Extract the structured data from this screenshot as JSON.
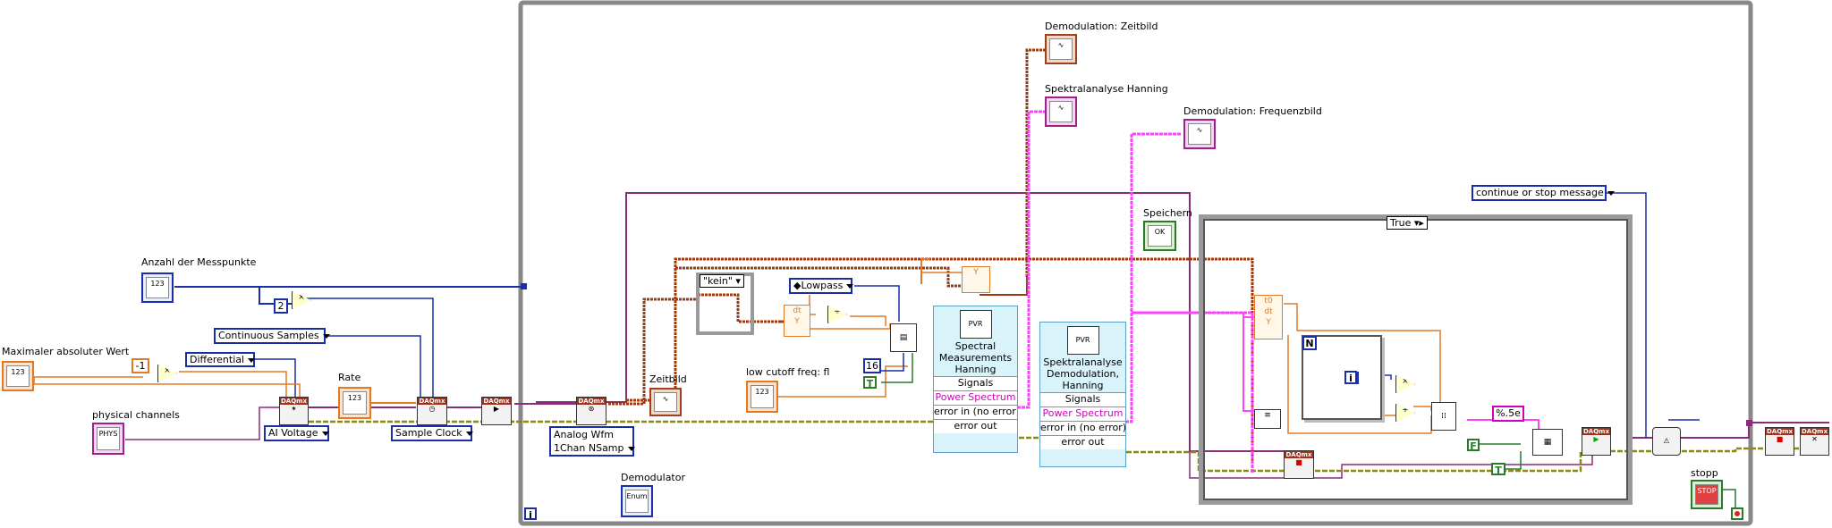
{
  "labels": {
    "anzahl": "Anzahl der Messpunkte",
    "max_wert": "Maximaler absoluter Wert",
    "physical": "physical channels",
    "rate": "Rate",
    "zeitbild": "Zeitbild",
    "demodulator": "Demodulator",
    "low_cutoff": "low cutoff freq: fl",
    "demod_zeit": "Demodulation: Zeitbild",
    "spektral_hanning": "Spektralanalyse Hanning",
    "demod_freq": "Demodulation: Frequenzbild",
    "speichern": "Speichern",
    "stopp": "stopp"
  },
  "rings": {
    "continuous": "Continuous Samples",
    "differential": "Differential",
    "ai_voltage": "AI Voltage",
    "sample_clock": "Sample Clock",
    "analog_wfm_1": "Analog Wfm",
    "analog_wfm_2": "1Chan NSamp",
    "lowpass": "Lowpass",
    "continue_stop": "continue or stop message"
  },
  "constants": {
    "two": "2",
    "minus_one": "-1",
    "sixteen": "16",
    "true_t": "T",
    "format": "%.5e",
    "false_f": "F",
    "n": "N",
    "i": "i",
    "iter_i": "i"
  },
  "case_selectors": {
    "kein": "\"kein\"",
    "true_case": "True"
  },
  "express1": {
    "title_1": "Spectral",
    "title_2": "Measurements",
    "title_3": "Hanning",
    "signals": "Signals",
    "power": "Power Spectrum",
    "error_in": "error in (no error)",
    "error_out": "error out"
  },
  "express2": {
    "title_1": "Spektralanalyse",
    "title_2": "Demodulation,",
    "title_3": "Hanning",
    "signals": "Signals",
    "power": "Power Spectrum",
    "error_in": "error in (no error)",
    "error_out": "error out"
  },
  "icons": {
    "daqmx_header": "DAQmx",
    "numeric": "123",
    "phys": "PHYS",
    "ok": "OK",
    "stop": "STOP",
    "enum": "Enum",
    "dt": "dt",
    "y": "Y",
    "t0": "t0",
    "pvr": "PVR"
  },
  "colors": {
    "wire_blue": "#1a2ea8",
    "wire_orange": "#e07a26",
    "wire_brown": "#9c3a12",
    "wire_pink": "#ff40ff",
    "wire_purple": "#8a2c7c",
    "wire_error": "#8a8a10",
    "wire_green": "#2a7a2a"
  }
}
